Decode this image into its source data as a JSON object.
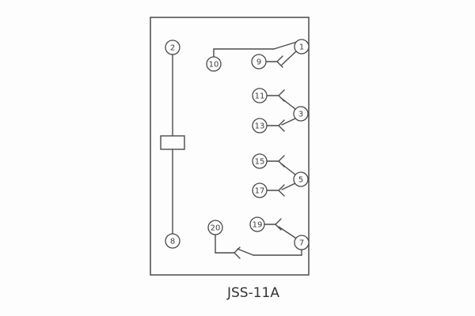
{
  "page": {
    "background": "#fdfdfd",
    "ink": "#4a4a4a"
  },
  "diagram": {
    "caption": "JSS-11A",
    "terminals": {
      "t1": "1",
      "t2": "2",
      "t3": "3",
      "t5": "5",
      "t7": "7",
      "t8": "8",
      "t9": "9",
      "t10": "10",
      "t11": "11",
      "t13": "13",
      "t15": "15",
      "t17": "17",
      "t19": "19",
      "t20": "20"
    }
  }
}
